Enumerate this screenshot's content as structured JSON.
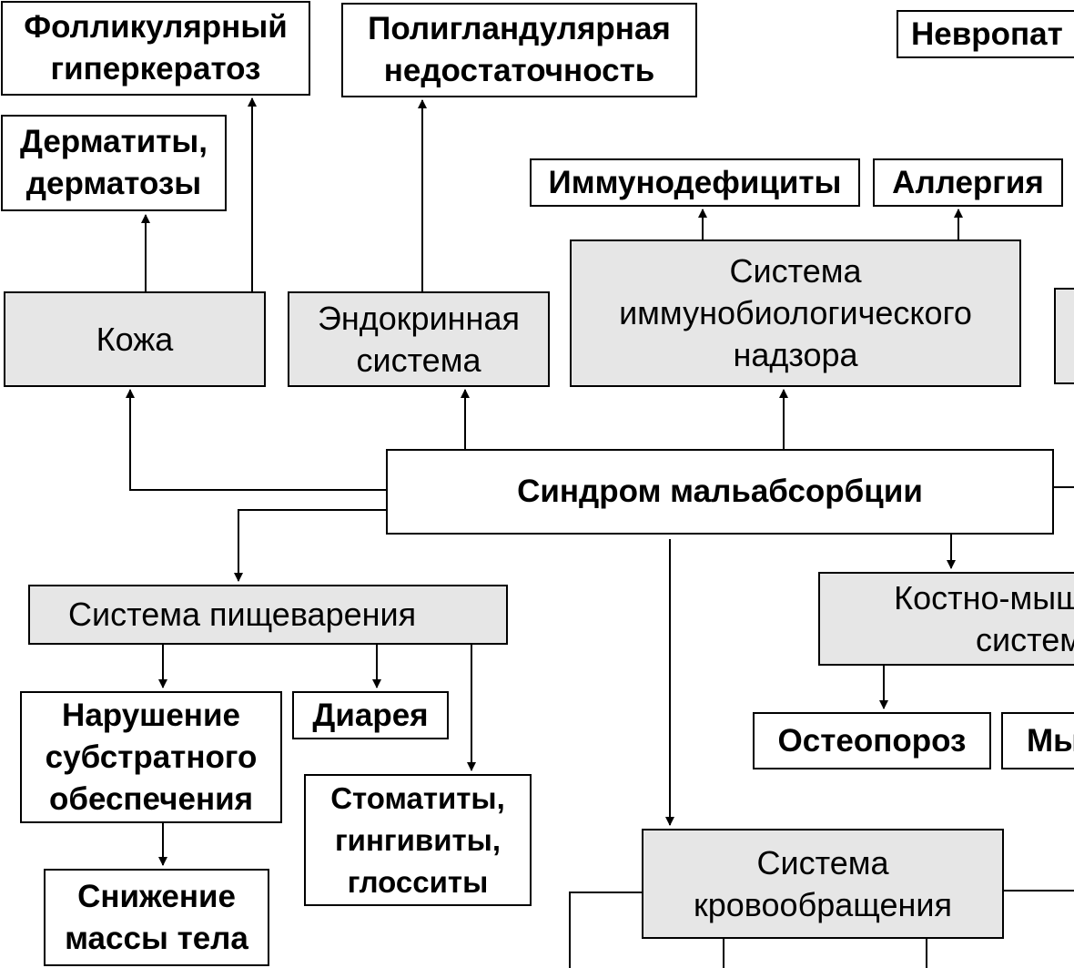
{
  "diagram": {
    "center": "Синдром мальабсорбции",
    "nodes": {
      "skin": "Кожа",
      "endocrine": "Эндокринная\nсистема",
      "immune": "Система\nиммунобиологического\nнадзора",
      "digestive": "Система пищеварения",
      "musculoskeletal": "Костно-мыш\nсистем",
      "circulatory": "Система\nкровообращения",
      "follicular": "Фолликулярный\nгиперкератоз",
      "dermatitis": "Дерматиты,\nдерматозы",
      "polyglandular": "Полигландулярная\nнедостаточность",
      "immunodef": "Иммунодефициты",
      "allergy": "Аллергия",
      "neuropathy": "Невропат",
      "substrate": "Нарушение\nсубстратного\nобеспечения",
      "diarrhea": "Диарея",
      "stomatitis": "Стоматиты,\nгингивиты,\nглосситы",
      "weightloss": "Снижение\nмассы тела",
      "osteoporosis": "Остеопороз",
      "myo": "Мы"
    }
  }
}
